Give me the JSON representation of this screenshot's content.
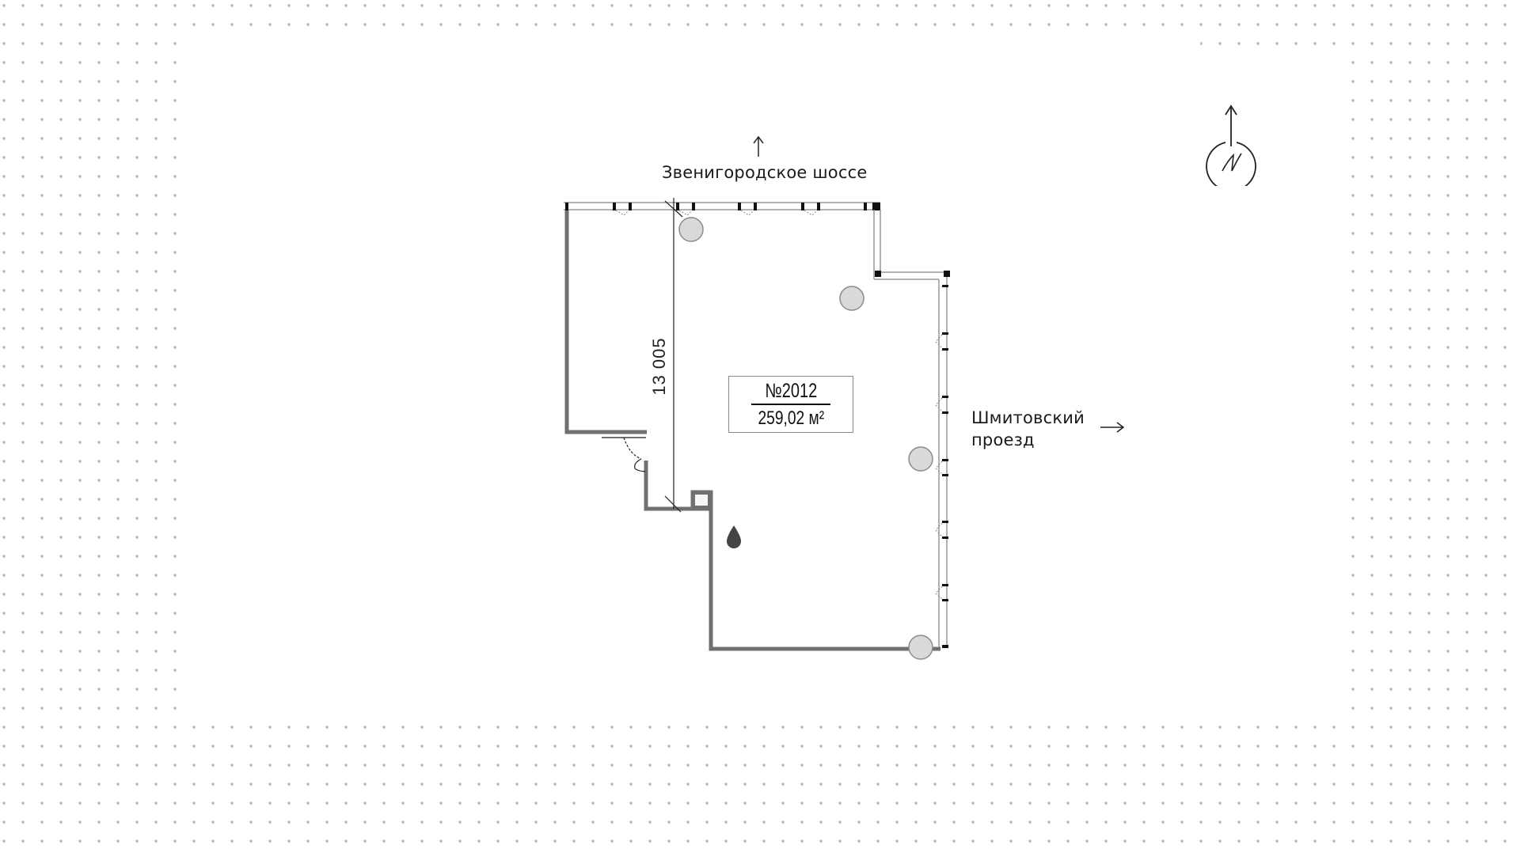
{
  "plan": {
    "unit_number": "№2012",
    "unit_area": "259,02 м²",
    "dimension": "13 005"
  },
  "streets": {
    "north": {
      "name": "Звенигородское шоссе",
      "arrow": "arrow-up"
    },
    "east": {
      "name_line1": "Шмитовский",
      "name_line2": "проезд",
      "arrow": "arrow-right"
    }
  },
  "compass": {
    "letter": "N",
    "icon": "north-arrow-compass"
  },
  "colors": {
    "wall": "#707070",
    "column_fill": "#d9d9d9",
    "column_stroke": "#8a8a8a",
    "grid_dot": "#b9b9b9",
    "window_mark": "#111111"
  }
}
